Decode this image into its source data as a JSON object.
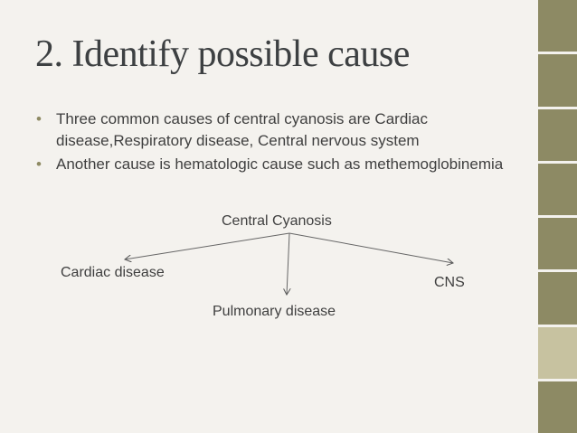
{
  "slide": {
    "title": "2. Identify possible cause",
    "bullets": [
      "Three common causes of central cyanosis are  Cardiac disease,Respiratory disease, Central nervous system",
      "Another cause is hematologic cause such as methemoglobinemia"
    ],
    "diagram": {
      "root": "Central  Cyanosis",
      "children": [
        "Cardiac disease",
        "Pulmonary disease",
        "CNS"
      ]
    }
  },
  "colors": {
    "background": "#f4f2ee",
    "accent": "#8d8a64",
    "accent_light": "#c7c2a0",
    "title_text": "#3d4042",
    "body_text": "#3f3f3f"
  }
}
